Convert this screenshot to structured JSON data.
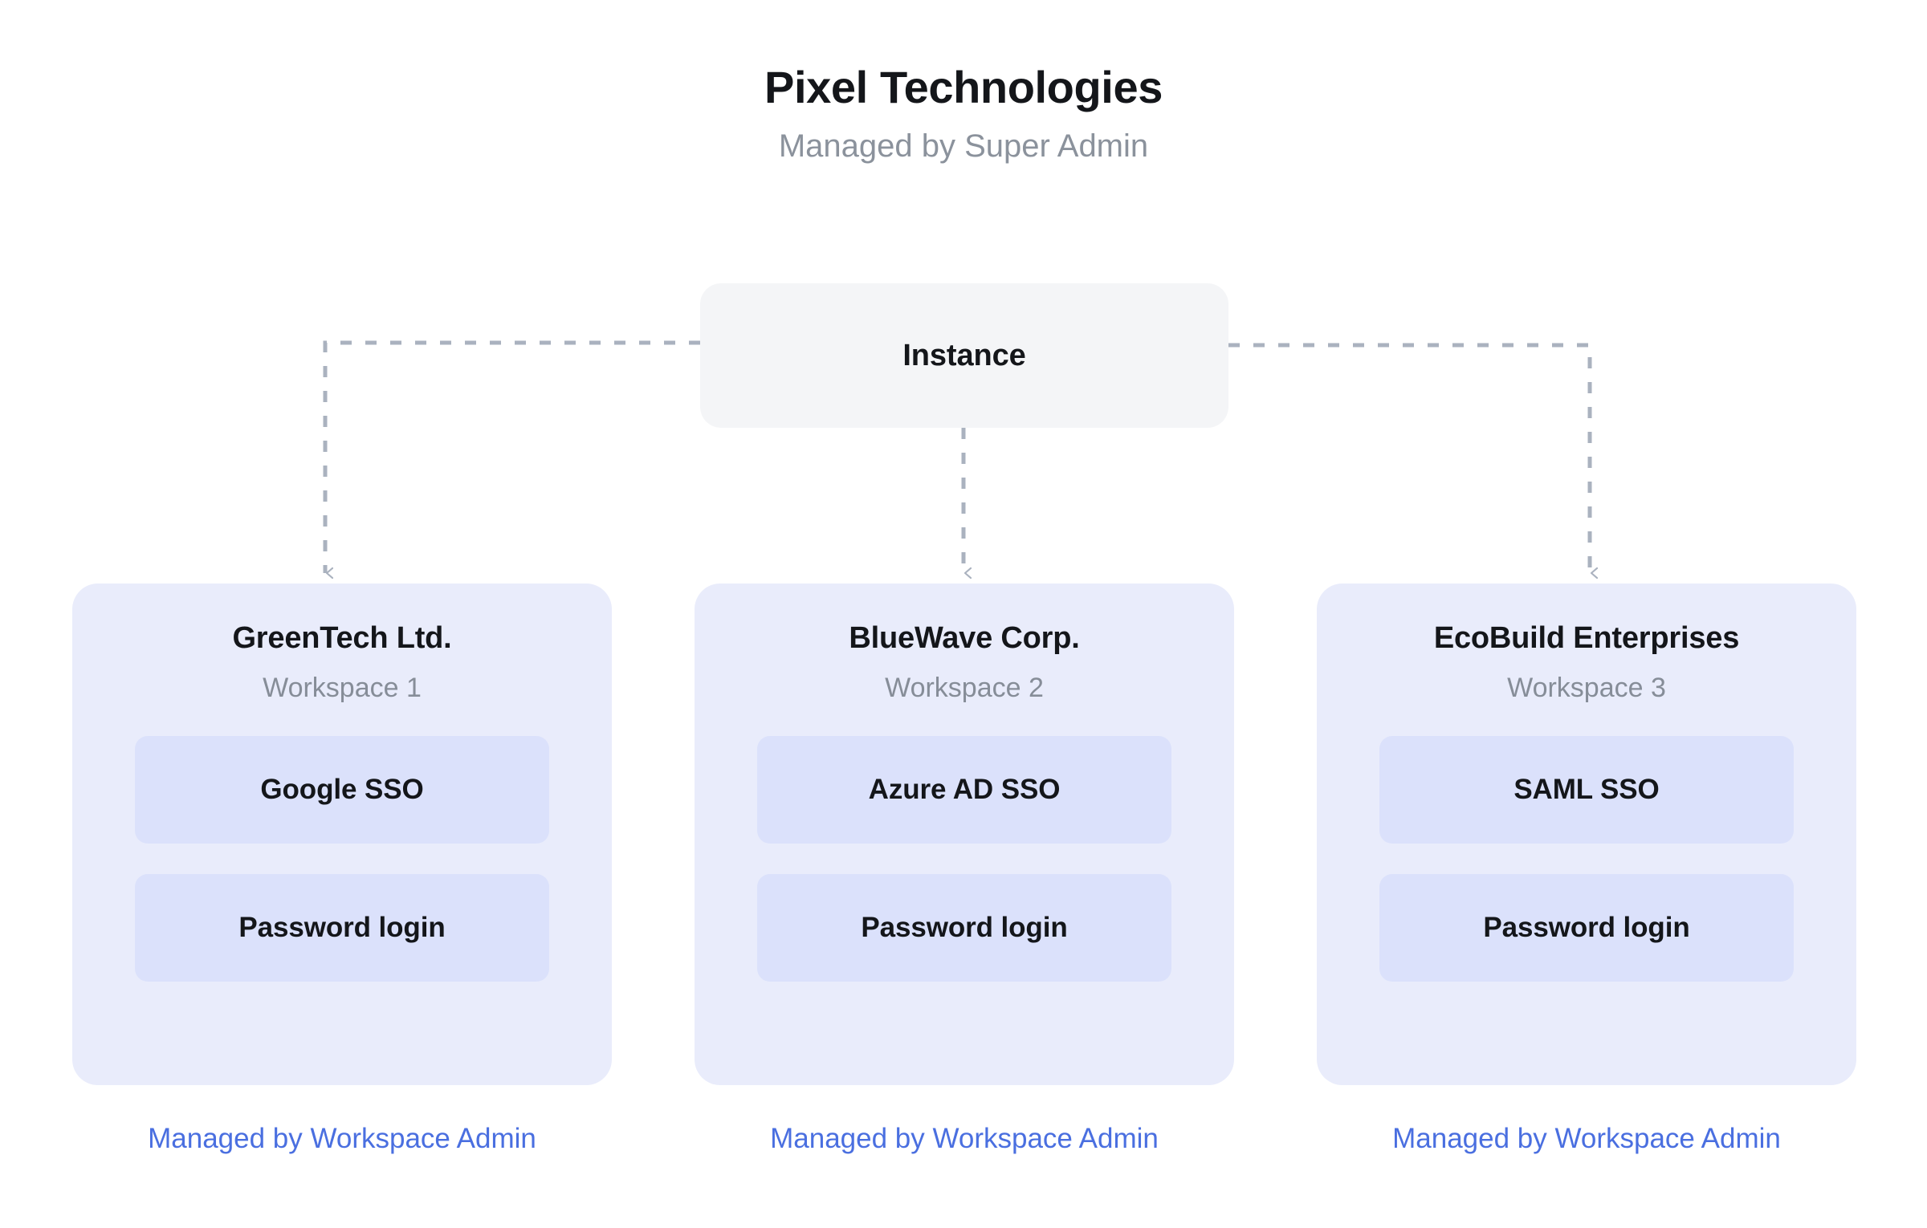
{
  "header": {
    "title": "Pixel Technologies",
    "subtitle": "Managed by Super Admin"
  },
  "instance": {
    "label": "Instance"
  },
  "colors": {
    "background": "#ffffff",
    "instance_fill": "#f4f5f7",
    "workspace_card_fill": "#e9ecfb",
    "method_pill_fill": "#dbe1fb",
    "connector_stroke": "#aab2bf",
    "title_text": "#14161a",
    "muted_text": "#868d98",
    "footer_link": "#4a6fe0"
  },
  "workspaces": [
    {
      "name": "GreenTech Ltd.",
      "subtitle": "Workspace 1",
      "methods": [
        "Google SSO",
        "Password login"
      ],
      "footer": "Managed by Workspace Admin"
    },
    {
      "name": "BlueWave Corp.",
      "subtitle": "Workspace 2",
      "methods": [
        "Azure AD SSO",
        "Password login"
      ],
      "footer": "Managed by Workspace Admin"
    },
    {
      "name": "EcoBuild Enterprises",
      "subtitle": "Workspace 3",
      "methods": [
        "SAML SSO",
        "Password login"
      ],
      "footer": "Managed by Workspace Admin"
    }
  ],
  "connectors": [
    {
      "from": "instance",
      "to": "workspace-1",
      "style": "dashed",
      "arrow": "down"
    },
    {
      "from": "instance",
      "to": "workspace-2",
      "style": "dashed",
      "arrow": "down"
    },
    {
      "from": "instance",
      "to": "workspace-3",
      "style": "dashed",
      "arrow": "down"
    }
  ]
}
